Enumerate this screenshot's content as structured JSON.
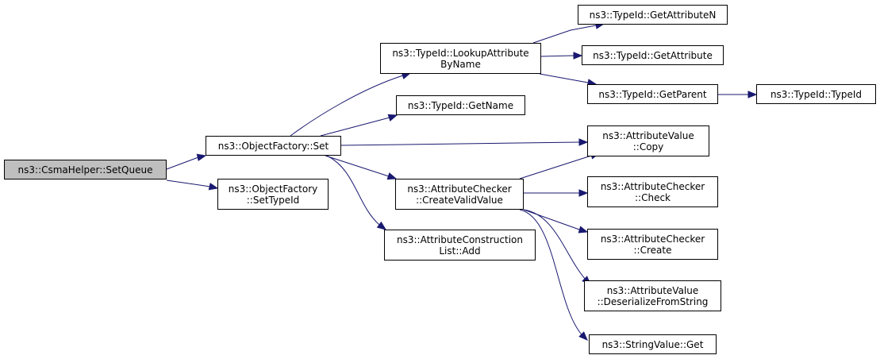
{
  "edge_color": "#191970",
  "root_fill": "#bfbfbf",
  "nodes": {
    "csma_setqueue": {
      "lines": [
        "ns3::CsmaHelper::SetQueue"
      ]
    },
    "objfactory_set": {
      "lines": [
        "ns3::ObjectFactory::Set"
      ]
    },
    "objfactory_settypeid": {
      "lines": [
        "ns3::ObjectFactory",
        "::SetTypeId"
      ]
    },
    "lookupattr": {
      "lines": [
        "ns3::TypeId::LookupAttribute",
        "ByName"
      ]
    },
    "getname": {
      "lines": [
        "ns3::TypeId::GetName"
      ]
    },
    "createvalid": {
      "lines": [
        "ns3::AttributeChecker",
        "::CreateValidValue"
      ]
    },
    "constr_add": {
      "lines": [
        "ns3::AttributeConstruction",
        "List::Add"
      ]
    },
    "getattrn": {
      "lines": [
        "ns3::TypeId::GetAttributeN"
      ]
    },
    "getattr": {
      "lines": [
        "ns3::TypeId::GetAttribute"
      ]
    },
    "getparent": {
      "lines": [
        "ns3::TypeId::GetParent"
      ]
    },
    "typeid": {
      "lines": [
        "ns3::TypeId::TypeId"
      ]
    },
    "attrval_copy": {
      "lines": [
        "ns3::AttributeValue",
        "::Copy"
      ]
    },
    "checker_check": {
      "lines": [
        "ns3::AttributeChecker",
        "::Check"
      ]
    },
    "checker_create": {
      "lines": [
        "ns3::AttributeChecker",
        "::Create"
      ]
    },
    "attrval_deser": {
      "lines": [
        "ns3::AttributeValue",
        "::DeserializeFromString"
      ]
    },
    "stringvalue_get": {
      "lines": [
        "ns3::StringValue::Get"
      ]
    }
  }
}
